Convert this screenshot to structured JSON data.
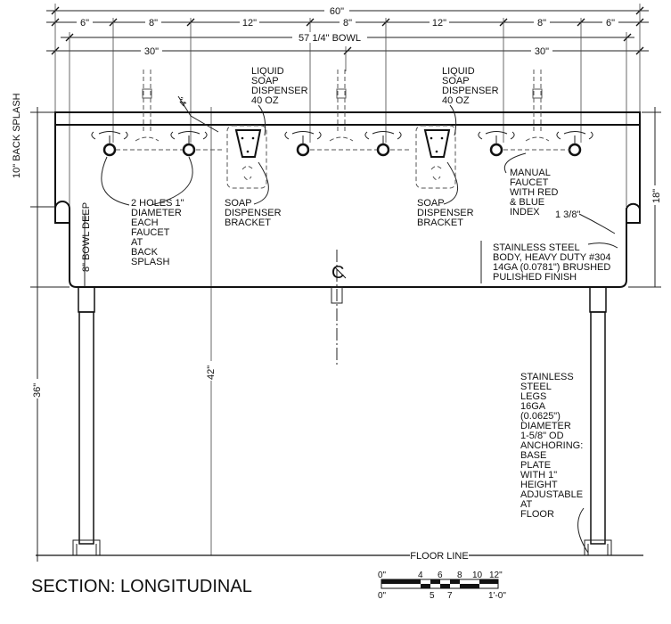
{
  "dimensions": {
    "overall": "60\"",
    "segments": [
      "6\"",
      "8\"",
      "12\"",
      "8\"",
      "12\"",
      "8\"",
      "6\""
    ],
    "bowl": "57 1/4\" BOWL",
    "halves": [
      "30\"",
      "30\""
    ],
    "backsplash": "10\" BACK SPLASH",
    "bowl_depth": "8\" BOWL DEEP",
    "leg_height": "36\"",
    "rim_height": "42\"",
    "body_height": "18\"",
    "notch": "1 3/8\"",
    "offset": "4\""
  },
  "notes": {
    "soap_dispenser_left": [
      "LIQUID",
      "SOAP",
      "DISPENSER",
      "40 OZ"
    ],
    "soap_dispenser_right": [
      "LIQUID",
      "SOAP",
      "DISPENSER",
      "40 OZ"
    ],
    "holes": [
      "2 HOLES 1\"",
      "DIAMETER",
      "EACH",
      "FAUCET",
      "AT",
      "BACK",
      "SPLASH"
    ],
    "bracket_left": [
      "SOAP",
      "DISPENSER",
      "BRACKET"
    ],
    "bracket_right": [
      "SOAP",
      "DISPENSER",
      "BRACKET"
    ],
    "faucet": [
      "MANUAL",
      "FAUCET",
      "WITH RED",
      "& BLUE",
      "INDEX"
    ],
    "body": [
      "STAINLESS STEEL",
      "BODY, HEAVY DUTY #304",
      "14GA (0.0781\") BRUSHED",
      "PULISHED FINISH"
    ],
    "legs": [
      "STAINLESS",
      "STEEL",
      "LEGS",
      "16GA",
      "(0.0625\")",
      "DIAMETER",
      "1-5/8\" OD",
      "ANCHORING:",
      "BASE",
      "PLATE",
      "WITH 1\"",
      "HEIGHT",
      "ADJUSTABLE",
      "AT",
      "FLOOR"
    ],
    "centerline": "CL",
    "floor_line": "FLOOR LINE"
  },
  "title": "SECTION: LONGITUDINAL",
  "scale_bar": {
    "top_labels": [
      "0\"",
      "4",
      "6",
      "8",
      "10",
      "12\""
    ],
    "bottom_labels": [
      "0\"",
      "5",
      "7",
      "1'-0\""
    ]
  }
}
